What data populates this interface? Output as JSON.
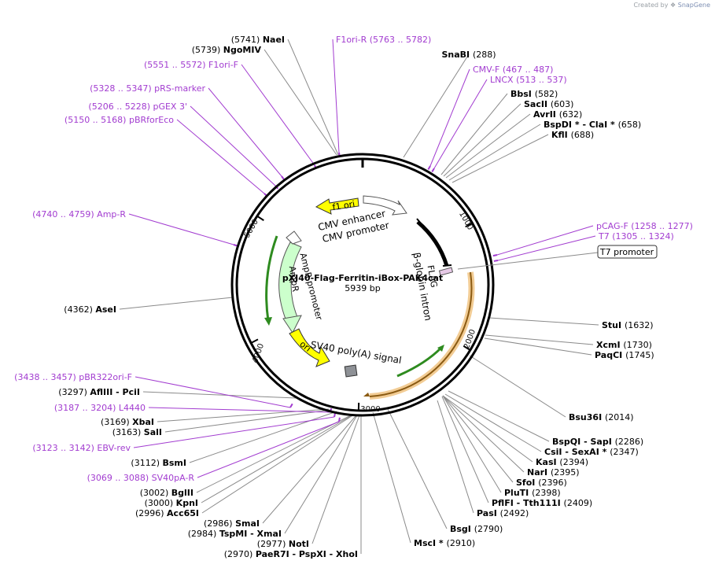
{
  "watermark": {
    "prefix": "Created by",
    "brand": "SnapGene"
  },
  "map": {
    "title": "pXJ40-Flag-Ferritin-iBox-PAK4cat",
    "length_label": "5939 bp",
    "length": 5939
  },
  "ticks": [
    {
      "label": "1000",
      "bp": 1000
    },
    {
      "label": "2000",
      "bp": 2000
    },
    {
      "label": "3000",
      "bp": 3000
    },
    {
      "label": "4000",
      "bp": 4000
    },
    {
      "label": "5000",
      "bp": 5000
    }
  ],
  "sites": [
    {
      "pos": "(5741)",
      "name": "NaeI"
    },
    {
      "pos": "(5739)",
      "name": "NgoMIV"
    },
    {
      "pos": "(288)",
      "name": "SnaBI"
    },
    {
      "pos": "(582)",
      "name": "BbsI"
    },
    {
      "pos": "(603)",
      "name": "SacII"
    },
    {
      "pos": "(632)",
      "name": "AvrII"
    },
    {
      "pos": "(658)",
      "name": "BspDI * - ClaI *"
    },
    {
      "pos": "(688)",
      "name": "KflI"
    },
    {
      "pos": "(1632)",
      "name": "StuI"
    },
    {
      "pos": "(1730)",
      "name": "XcmI"
    },
    {
      "pos": "(1745)",
      "name": "PaqCI"
    },
    {
      "pos": "(2014)",
      "name": "Bsu36I"
    },
    {
      "pos": "(2286)",
      "name": "BspQI - SapI"
    },
    {
      "pos": "(2347)",
      "name": "CsiI - SexAI *"
    },
    {
      "pos": "(2394)",
      "name": "KasI"
    },
    {
      "pos": "(2395)",
      "name": "NarI"
    },
    {
      "pos": "(2396)",
      "name": "SfoI"
    },
    {
      "pos": "(2398)",
      "name": "PluTI"
    },
    {
      "pos": "(2409)",
      "name": "PflFI - Tth111I"
    },
    {
      "pos": "(2492)",
      "name": "PasI"
    },
    {
      "pos": "(2790)",
      "name": "BsgI"
    },
    {
      "pos": "(2910)",
      "name": "MscI *"
    },
    {
      "pos": "(4362)",
      "name": "AseI"
    },
    {
      "pos": "(3297)",
      "name": "AflIII - PciI"
    },
    {
      "pos": "(3169)",
      "name": "XbaI"
    },
    {
      "pos": "(3163)",
      "name": "SalI"
    },
    {
      "pos": "(3112)",
      "name": "BsmI"
    },
    {
      "pos": "(3002)",
      "name": "BglII"
    },
    {
      "pos": "(3000)",
      "name": "KpnI"
    },
    {
      "pos": "(2996)",
      "name": "Acc65I"
    },
    {
      "pos": "(2986)",
      "name": "SmaI"
    },
    {
      "pos": "(2984)",
      "name": "TspMI - XmaI"
    },
    {
      "pos": "(2977)",
      "name": "NotI"
    },
    {
      "pos": "(2970)",
      "name": "PaeR7I - PspXI - XhoI"
    }
  ],
  "primers": [
    {
      "name": "F1ori-R",
      "range": "(5763 .. 5782)"
    },
    {
      "name": "F1ori-F",
      "range": "(5551 .. 5572)"
    },
    {
      "name": "pRS-marker",
      "range": "(5328 .. 5347)"
    },
    {
      "name": "pGEX 3'",
      "range": "(5206 .. 5228)"
    },
    {
      "name": "pBRforEco",
      "range": "(5150 .. 5168)"
    },
    {
      "name": "Amp-R",
      "range": "(4740 .. 4759)"
    },
    {
      "name": "CMV-F",
      "range": "(467 .. 487)"
    },
    {
      "name": "LNCX",
      "range": "(513 .. 537)"
    },
    {
      "name": "pCAG-F",
      "range": "(1258 .. 1277)"
    },
    {
      "name": "T7",
      "range": "(1305 .. 1324)"
    },
    {
      "name": "pBR322ori-F",
      "range": "(3438 .. 3457)"
    },
    {
      "name": "L4440",
      "range": "(3187 .. 3204)"
    },
    {
      "name": "EBV-rev",
      "range": "(3123 .. 3142)"
    },
    {
      "name": "SV40pA-R",
      "range": "(3069 .. 3088)"
    }
  ],
  "boxed_label": "T7 promoter",
  "features": {
    "f1_ori": "f1 ori",
    "cmv_enhancer": "CMV enhancer",
    "cmv_promoter": "CMV promoter",
    "beta_globin_intron": "β-globin intron",
    "flag": "FLAG",
    "amp_r": "AmpR",
    "amp_r_promoter": "AmpR promoter",
    "ori": "ori",
    "sv40_polya": "SV40 poly(A) signal"
  },
  "colors": {
    "backbone": "#000000",
    "primer": "#a23cd0",
    "site_line": "#8a8a8a",
    "f1_ori": "#ffff00",
    "ori": "#ffff00",
    "amp_r": "#ccffcc",
    "cmv": "#ffffff",
    "orf_outline": "#e8a33d",
    "orf_fill": "#fde9c6",
    "green_arrow": "#2e8b1f",
    "intron": "#000000",
    "sv40": "#8e9196"
  }
}
